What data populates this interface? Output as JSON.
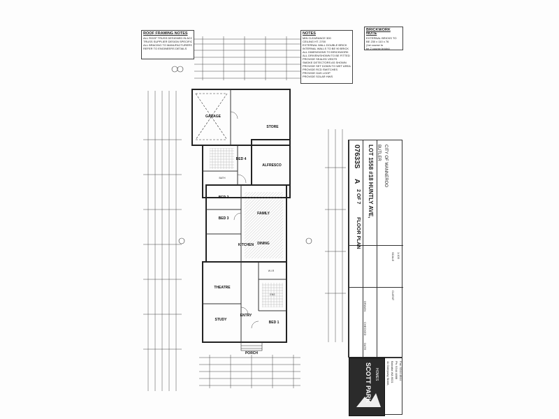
{
  "roof_notes": {
    "title": "ROOF FRAMING NOTES",
    "lines": [
      "ALL ROOF TRUSS DESIGNED IN ACCORDANCE WITH",
      "TRUSS SUPPLIER DESIGN SPECIFICATIONS",
      "ALL BRACING TO MANUFACTURERS DETAILS",
      "REFER TO ENGINEERS DETAILS"
    ]
  },
  "notes": {
    "title": "NOTES",
    "lines": [
      "MIN CLEARANCE 300",
      "CEILING HT. 2700",
      "EXTERNAL WALL DOUBLE BRICK",
      "INTERNAL WALLS TO BE 90 BRICK",
      "ALL DIMENSIONS TO BRICKWORK",
      "ALL DRIVEN/SHOWN TO BE FITTED",
      "PROVIDE SEALED VENTS",
      "SMOKE DETECTORS AS SHOWN",
      "PROVIDE SET DOWN TO WET AREAS",
      "PROVIDE RCD SWITCHES",
      "PROVIDE GAS LOOP",
      "PROVIDE SOLAR HWS"
    ]
  },
  "brickwork_note": {
    "title": "BRICKWORK NOTE",
    "lines": [
      "EXTERNAL BRICKS TO",
      "BE 230 x 110 x 76",
      "(1st course to",
      "be 2 course bricks)"
    ]
  },
  "rooms": {
    "garage": "GARAGE",
    "store": "STORE",
    "bed4": "BED 4",
    "alfresco": "ALFRESCO",
    "bed3": "BED 3",
    "family": "FAMILY",
    "bed2": "BED 2",
    "dining": "DINING",
    "theatre": "THEATRE",
    "study": "STUDY",
    "entry": "ENTRY",
    "bed1": "BED 1",
    "porch": "PORCH",
    "wir": "W.I.R",
    "ens": "ENS",
    "kitchen": "KITCHEN",
    "bath": "BATH"
  },
  "title_block": {
    "plan_title": "FLOOR PLAN",
    "sheet": "2 OF 7",
    "revision": "A",
    "job_no": "07633S",
    "address_lot": "LOT 1558 #18 HUNTLY AVE,",
    "address_suburb": "BUTLER",
    "council": "CITY OF WANNEROO",
    "client_label": "CLIENT",
    "drawn_label": "DRAWN",
    "checked_label": "CHECKED",
    "date_label": "DATE",
    "scale_label": "SCALE",
    "scale_value": "1:100"
  },
  "company": {
    "name": "SCOTT PARK",
    "tagline": "HOMES",
    "address_line1": "11 Oxleyway Street,",
    "address_line2": "Balcatta WA 6021",
    "phone": "Ph: 9344 4888",
    "fax": "Fax: 9344 4844"
  },
  "colors": {
    "line": "#333333",
    "paper": "#fdfdfd",
    "logo_bg": "#2b2b2b",
    "hatch": "#888888"
  }
}
